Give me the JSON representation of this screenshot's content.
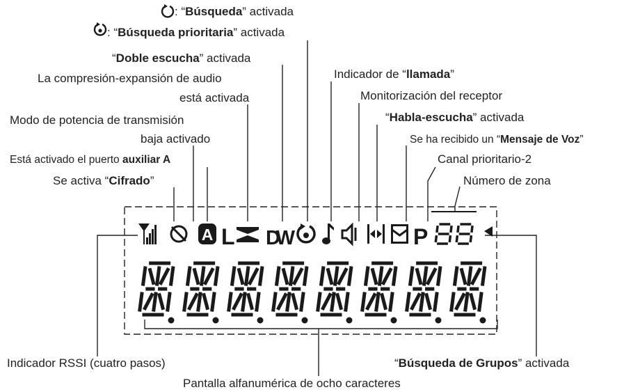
{
  "annotations": {
    "scan": {
      "pre": ": “",
      "bold": "Búsqueda",
      "post": "” activada"
    },
    "priority_scan": {
      "pre": ": “",
      "bold": "Búsqueda prioritaria",
      "post": "” activada"
    },
    "dual_watch": {
      "pre": "“",
      "bold": "Doble escucha",
      "post": "” activada"
    },
    "companding_line1": "La compresión-expansión de audio",
    "companding_line2": "está activada",
    "low_power_line1": "Modo de potencia de transmisión",
    "low_power_line2": "baja activado",
    "aux_a": {
      "pre": "Está activado el puerto ",
      "bold": "auxiliar A"
    },
    "encryption": {
      "pre": "Se activa “",
      "bold": "Cifrado",
      "post": "”"
    },
    "call": {
      "pre": "Indicador de “",
      "bold": "llamada",
      "post": "”"
    },
    "monitor": "Monitorización del receptor",
    "talkaround": {
      "pre": "“",
      "bold": "Habla-escucha",
      "post": "” activada"
    },
    "voice_message": {
      "pre": "Se ha recibido un “",
      "bold": "Mensaje de Voz",
      "post": "”"
    },
    "priority_2": "Canal prioritario-2",
    "zone_number": "Número de zona",
    "rssi": "Indicador RSSI (cuatro pasos)",
    "talkgroup_scan": {
      "pre": "“",
      "bold": "Búsqueda de Grupos",
      "post": "” activada"
    },
    "alphanumeric": "Pantalla alfanumérica de ocho caracteres"
  },
  "display": {
    "aux_letter": "A",
    "low_power_letter": "L",
    "dual_watch_letters": "DW",
    "priority_2_letter": "P",
    "zone_digits": "88",
    "character_count": 8
  },
  "icons": [
    "signal-strength-icon",
    "encryption-icon",
    "aux-a-icon",
    "low-power-icon",
    "companding-icon",
    "dual-watch-icon",
    "priority-scan-icon",
    "call-note-icon",
    "monitor-speaker-icon",
    "talkaround-icon",
    "voice-message-icon",
    "priority-2-icon",
    "zone-number-icon",
    "talkgroup-scan-arrow-icon",
    "scan-icon"
  ],
  "colors": {
    "ink": "#1a1a1a",
    "text": "#222222",
    "background": "#ffffff"
  }
}
